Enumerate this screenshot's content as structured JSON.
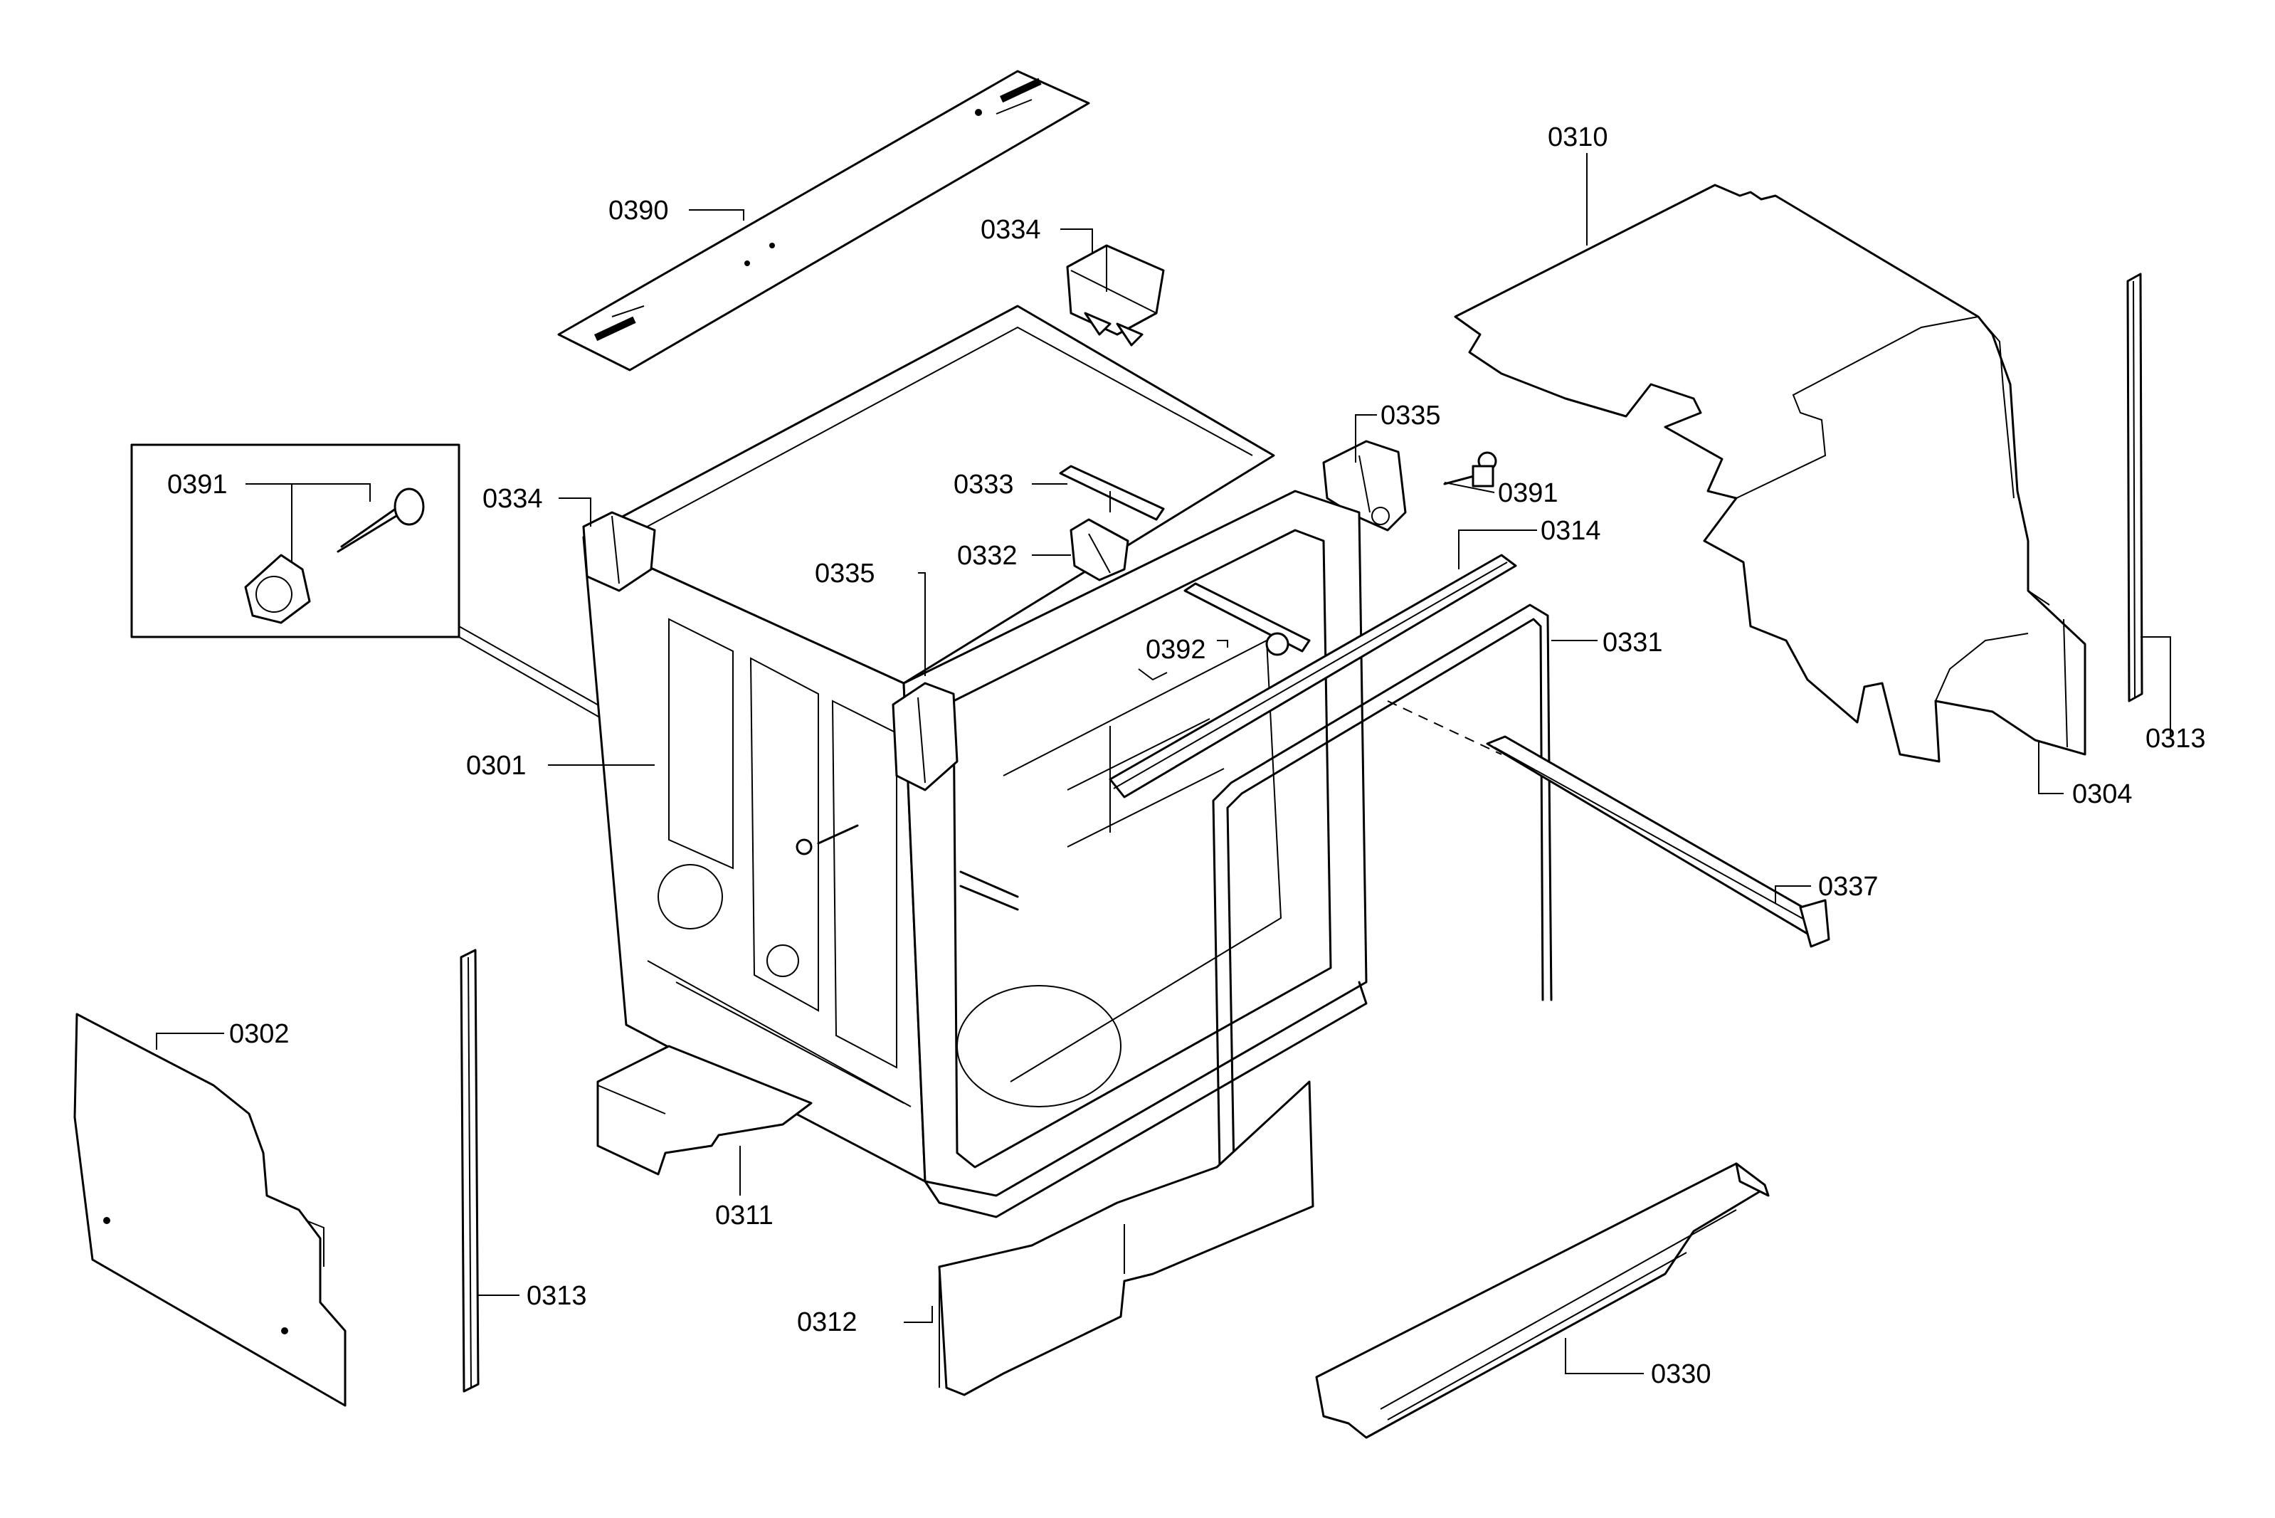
{
  "labels": {
    "p0390": "0390",
    "p0334a": "0334",
    "p0334b": "0334",
    "p0310": "0310",
    "p0335a": "0335",
    "p0335b": "0335",
    "p0391a": "0391",
    "p0391b": "0391",
    "p0333": "0333",
    "p0332": "0332",
    "p0314": "0314",
    "p0392": "0392",
    "p0331": "0331",
    "p0301": "0301",
    "p0313a": "0313",
    "p0313b": "0313",
    "p0304": "0304",
    "p0337": "0337",
    "p0302": "0302",
    "p0311": "0311",
    "p0312": "0312",
    "p0330": "0330"
  }
}
